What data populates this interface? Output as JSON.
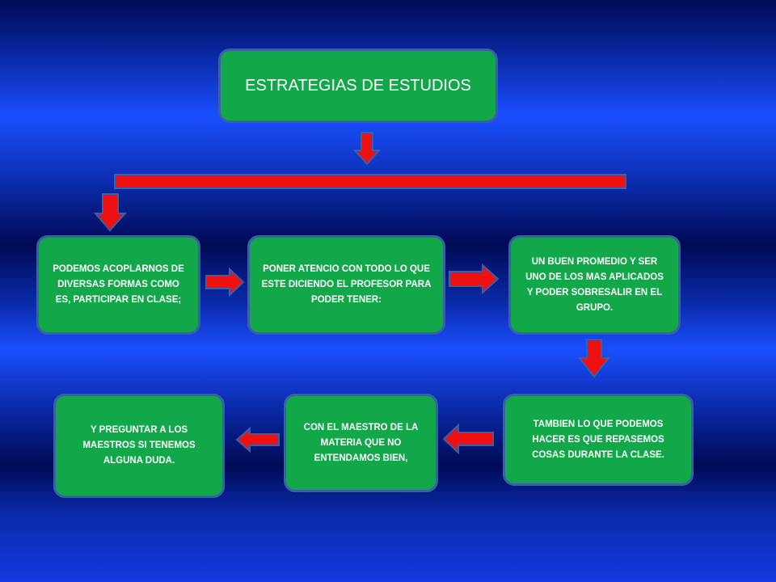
{
  "diagram": {
    "title": "ESTRATEGIAS DE ESTUDIOS",
    "steps": [
      "PODEMOS  ACOPLARNOS DE DIVERSAS FORMAS COMO ES,  PARTICIPAR EN CLASE;",
      "PONER ATENCIO CON TODO LO QUE ESTE DICIENDO EL PROFESOR PARA  PODER TENER:",
      "UN BUEN PROMEDIO Y SER UNO DE LOS MAS APLICADOS Y PODER SOBRESALIR EN EL GRUPO.",
      "TAMBIEN LO QUE PODEMOS HACER  ES QUE REPASEMOS COSAS DURANTE LA CLASE.",
      "CON EL MAESTRO  DE LA MATERIA QUE  NO ENTENDAMOS BIEN,",
      "Y PREGUNTAR  A LOS MAESTROS  SI TENEMOS ALGUNA DUDA."
    ],
    "colors": {
      "box_fill": "#12a84a",
      "box_border": "#3b5ea8",
      "arrow_fill": "#ee1111",
      "background": "#1a4fff"
    }
  }
}
